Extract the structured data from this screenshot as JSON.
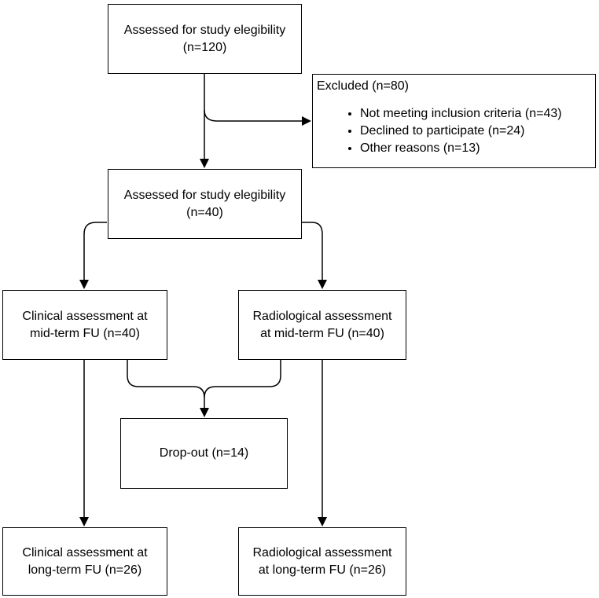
{
  "boxes": {
    "assessed_1": {
      "line1": "Assessed for study elegibility",
      "line2": "(n=120)"
    },
    "excluded": {
      "title": "Excluded (n=80)",
      "items": [
        "Not meeting inclusion criteria (n=43)",
        "Declined to participate (n=24)",
        "Other reasons (n=13)"
      ]
    },
    "assessed_2": {
      "line1": "Assessed for study elegibility",
      "line2": "(n=40)"
    },
    "clinical_mid": {
      "line1": "Clinical assessment at",
      "line2": "mid-term FU (n=40)"
    },
    "radiological_mid": {
      "line1": "Radiological assessment",
      "line2": "at mid-term FU (n=40)"
    },
    "dropout": {
      "line1": "Drop-out (n=14)"
    },
    "clinical_long": {
      "line1": "Clinical assessment at",
      "line2": "long-term FU (n=26)"
    },
    "radiological_long": {
      "line1": "Radiological assessment",
      "line2": "at long-term FU (n=26)"
    }
  },
  "colors": {
    "stroke": "#000000",
    "background": "#ffffff"
  }
}
